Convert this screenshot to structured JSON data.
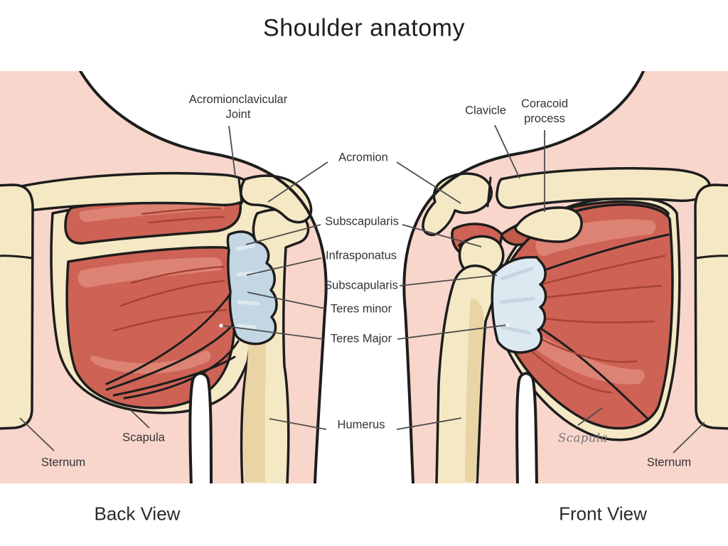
{
  "title": "Shoulder anatomy",
  "views": {
    "back": {
      "caption": "Back View"
    },
    "front": {
      "caption": "Front View"
    }
  },
  "labels": {
    "acromioclavicular_joint": "Acromionclavicular Joint",
    "acromion": "Acromion",
    "subscapularis_upper": "Subscapularis",
    "infrasponatus": "Infrasponatus",
    "subscapularis_lower": "Subscapularis",
    "teres_minor": "Teres minor",
    "teres_major": "Teres Major",
    "humerus": "Humerus",
    "scapula_back": "Scapula",
    "sternum_back": "Sternum",
    "clavicle": "Clavicle",
    "coracoid_process": "Coracoid process",
    "scapula_front": "Scapula",
    "sternum_front": "Sternum"
  },
  "colors": {
    "skin": "#f8d6cc",
    "bone": "#f5e8c5",
    "bone_shade": "#e8d4a4",
    "muscle": "#ce6355",
    "muscle_dark": "#a64434",
    "muscle_light": "#dc8374",
    "muscle_deep": "#c05a4b",
    "tendon": "#c3d6e4",
    "tendon_light": "#dde9f1",
    "outline": "#1d1d1d",
    "leader": "#4d4d4d",
    "text": "#333333",
    "dot": "#ffffff"
  }
}
